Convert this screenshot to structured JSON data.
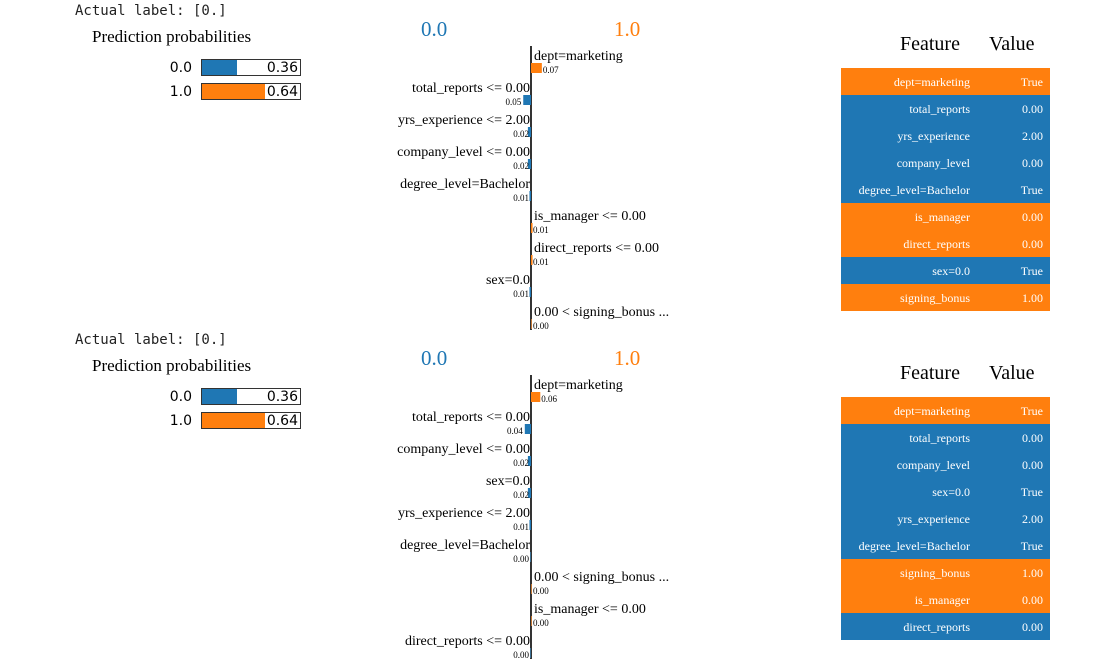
{
  "colors": {
    "class0": "#1f77b4",
    "class1": "#ff7f0e"
  },
  "chart_data": [
    {
      "type": "bar",
      "actual_label": "Actual label: [0.]",
      "probabilities_title": "Prediction probabilities",
      "probabilities": [
        {
          "label": "0.0",
          "value": 0.36,
          "value_text": "0.36"
        },
        {
          "label": "1.0",
          "value": 0.64,
          "value_text": "0.64"
        }
      ],
      "class_labels": [
        "0.0",
        "1.0"
      ],
      "features": [
        {
          "name": "dept=marketing",
          "weight": 0.07,
          "weight_text": "0.07",
          "class": 1
        },
        {
          "name": "total_reports <= 0.00",
          "weight": 0.05,
          "weight_text": "0.05",
          "class": 0
        },
        {
          "name": "yrs_experience <= 2.00",
          "weight": 0.02,
          "weight_text": "0.02",
          "class": 0
        },
        {
          "name": "company_level <= 0.00",
          "weight": 0.02,
          "weight_text": "0.02",
          "class": 0
        },
        {
          "name": "degree_level=Bachelor",
          "weight": 0.01,
          "weight_text": "0.01",
          "class": 0
        },
        {
          "name": "is_manager <= 0.00",
          "weight": 0.01,
          "weight_text": "0.01",
          "class": 1
        },
        {
          "name": "direct_reports <= 0.00",
          "weight": 0.01,
          "weight_text": "0.01",
          "class": 1
        },
        {
          "name": "sex=0.0",
          "weight": 0.01,
          "weight_text": "0.01",
          "class": 0
        },
        {
          "name": "0.00 < signing_bonus ...",
          "weight": 0.0,
          "weight_text": "0.00",
          "class": 1
        }
      ],
      "table_headers": [
        "Feature",
        "Value"
      ],
      "table": [
        {
          "feature": "dept=marketing",
          "value": "True",
          "class": 1
        },
        {
          "feature": "total_reports",
          "value": "0.00",
          "class": 0
        },
        {
          "feature": "yrs_experience",
          "value": "2.00",
          "class": 0
        },
        {
          "feature": "company_level",
          "value": "0.00",
          "class": 0
        },
        {
          "feature": "degree_level=Bachelor",
          "value": "True",
          "class": 0
        },
        {
          "feature": "is_manager",
          "value": "0.00",
          "class": 1
        },
        {
          "feature": "direct_reports",
          "value": "0.00",
          "class": 1
        },
        {
          "feature": "sex=0.0",
          "value": "True",
          "class": 0
        },
        {
          "feature": "signing_bonus",
          "value": "1.00",
          "class": 1
        }
      ]
    },
    {
      "type": "bar",
      "actual_label": "Actual label: [0.]",
      "probabilities_title": "Prediction probabilities",
      "probabilities": [
        {
          "label": "0.0",
          "value": 0.36,
          "value_text": "0.36"
        },
        {
          "label": "1.0",
          "value": 0.64,
          "value_text": "0.64"
        }
      ],
      "class_labels": [
        "0.0",
        "1.0"
      ],
      "features": [
        {
          "name": "dept=marketing",
          "weight": 0.06,
          "weight_text": "0.06",
          "class": 1
        },
        {
          "name": "total_reports <= 0.00",
          "weight": 0.04,
          "weight_text": "0.04",
          "class": 0
        },
        {
          "name": "company_level <= 0.00",
          "weight": 0.02,
          "weight_text": "0.02",
          "class": 0
        },
        {
          "name": "sex=0.0",
          "weight": 0.02,
          "weight_text": "0.02",
          "class": 0
        },
        {
          "name": "yrs_experience <= 2.00",
          "weight": 0.01,
          "weight_text": "0.01",
          "class": 0
        },
        {
          "name": "degree_level=Bachelor",
          "weight": 0.0,
          "weight_text": "0.00",
          "class": 0
        },
        {
          "name": "0.00 < signing_bonus ...",
          "weight": 0.0,
          "weight_text": "0.00",
          "class": 1
        },
        {
          "name": "is_manager <= 0.00",
          "weight": 0.0,
          "weight_text": "0.00",
          "class": 1
        },
        {
          "name": "direct_reports <= 0.00",
          "weight": 0.0,
          "weight_text": "0.00",
          "class": 0
        }
      ],
      "table_headers": [
        "Feature",
        "Value"
      ],
      "table": [
        {
          "feature": "dept=marketing",
          "value": "True",
          "class": 1
        },
        {
          "feature": "total_reports",
          "value": "0.00",
          "class": 0
        },
        {
          "feature": "company_level",
          "value": "0.00",
          "class": 0
        },
        {
          "feature": "sex=0.0",
          "value": "True",
          "class": 0
        },
        {
          "feature": "yrs_experience",
          "value": "2.00",
          "class": 0
        },
        {
          "feature": "degree_level=Bachelor",
          "value": "True",
          "class": 0
        },
        {
          "feature": "signing_bonus",
          "value": "1.00",
          "class": 1
        },
        {
          "feature": "is_manager",
          "value": "0.00",
          "class": 1
        },
        {
          "feature": "direct_reports",
          "value": "0.00",
          "class": 0
        }
      ]
    }
  ]
}
